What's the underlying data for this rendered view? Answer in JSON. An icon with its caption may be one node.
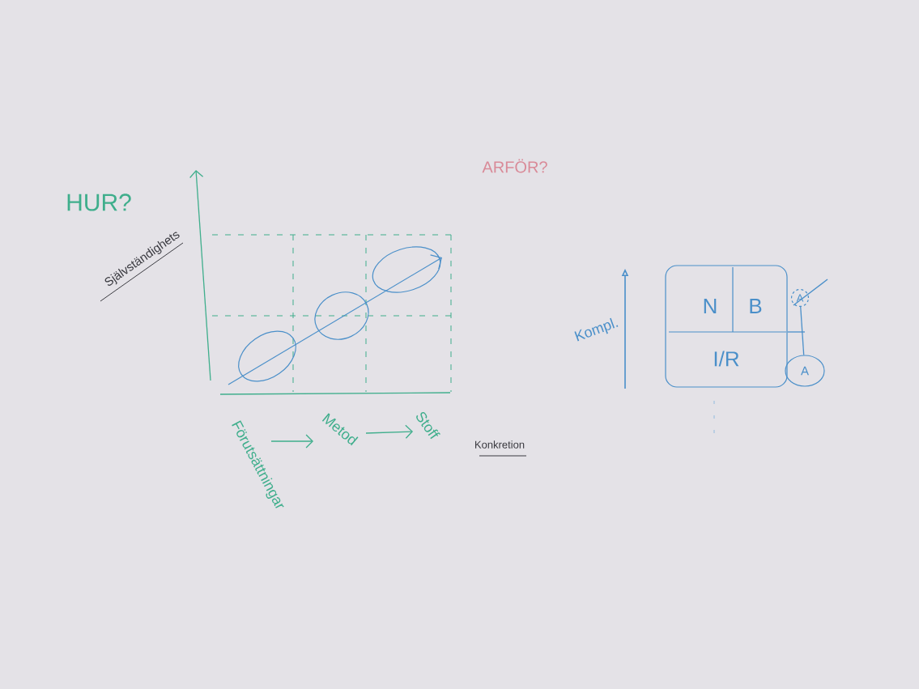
{
  "diagram": {
    "nodes": [
      {
        "text": [],
        "shape": "circle"
      },
      {
        "text": [],
        "shape": "circle"
      },
      {
        "text": [],
        "shape": "circle"
      },
      {
        "text": [
          "Förutsättningar"
        ]
      },
      {
        "text": [
          "Metod"
        ]
      },
      {
        "text": [
          "Stoff"
        ]
      },
      {
        "text": [],
        "shape": "box"
      },
      {
        "text": [
          "N"
        ],
        "in": 6
      },
      {
        "text": [
          "B"
        ],
        "in": 6
      },
      {
        "text": [
          "I/R"
        ],
        "in": 6
      },
      {
        "text": [
          "A"
        ]
      },
      {
        "text": [
          "A"
        ]
      }
    ],
    "edges": [
      {
        "from": 3,
        "to": 4,
        "arrow": "to"
      },
      {
        "from": 4,
        "to": 5,
        "arrow": "to"
      },
      {
        "from": 10,
        "to": 11,
        "arrow": "none",
        "color": "#4a8fc9"
      },
      {
        "from": 6,
        "to": 11,
        "arrow": "none",
        "color": "#4a8fc9"
      }
    ],
    "labels": [
      "HUR?",
      "Självständighets",
      "ARFÖR?",
      "Konkretion",
      "Kompl."
    ]
  }
}
